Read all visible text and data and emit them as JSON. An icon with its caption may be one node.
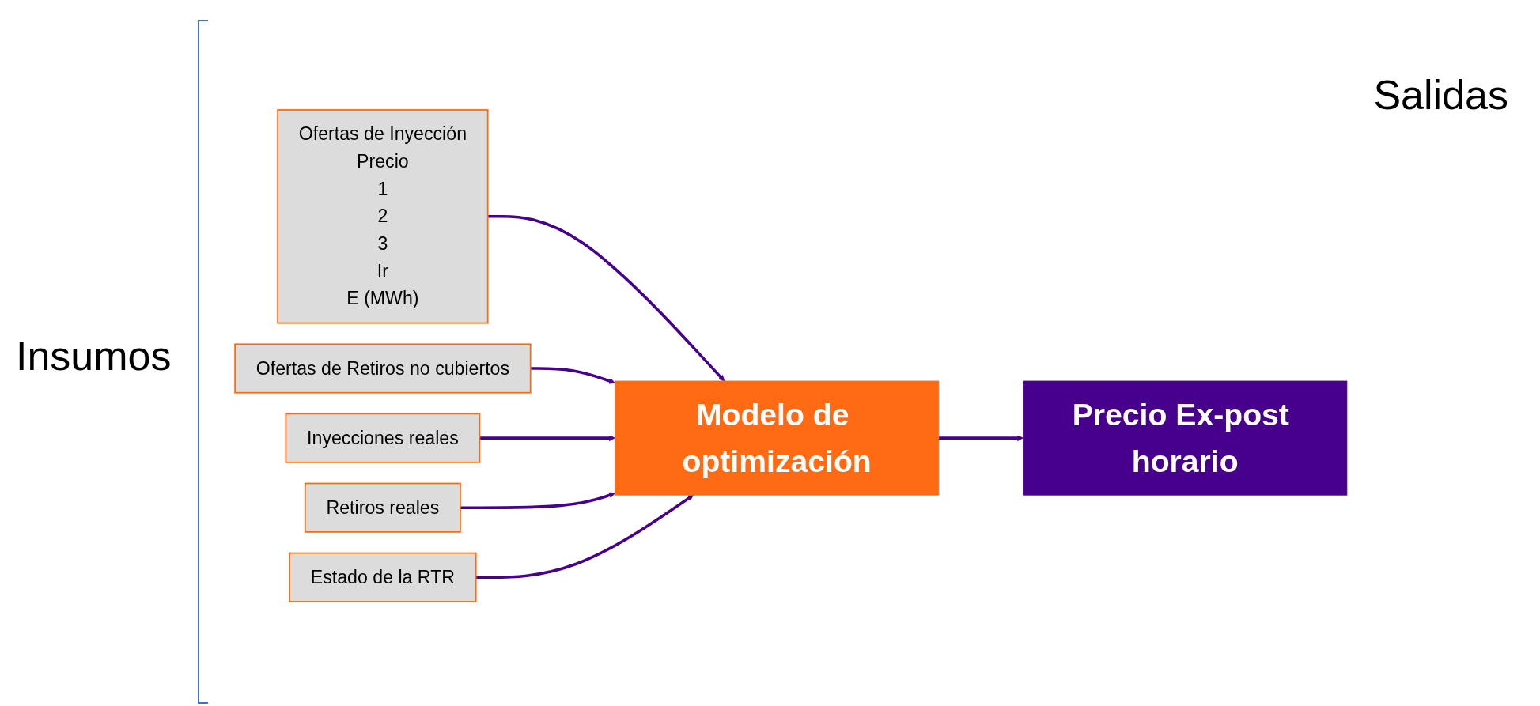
{
  "diagram": {
    "nodes": [
      {
        "text": [
          "Ofertas de Inyección",
          "Precio",
          "1",
          "2",
          "3",
          "Ir",
          "E (MWh)"
        ]
      },
      {
        "text": [
          "Ofertas de Retiros no cubiertos"
        ]
      },
      {
        "text": [
          "Inyecciones reales"
        ]
      },
      {
        "text": [
          "Retiros reales"
        ]
      },
      {
        "text": [
          "Estado de la RTR"
        ]
      },
      {
        "text": [
          "Modelo de optimización"
        ]
      },
      {
        "text": [
          "Precio Ex-post horario"
        ]
      }
    ],
    "edges": [
      {
        "from": 0,
        "to": 5,
        "arrow": "to"
      },
      {
        "from": 1,
        "to": 5,
        "arrow": "to"
      },
      {
        "from": 2,
        "to": 5,
        "arrow": "to"
      },
      {
        "from": 3,
        "to": 5,
        "arrow": "to"
      },
      {
        "from": 4,
        "to": 5,
        "arrow": "to"
      },
      {
        "from": 5,
        "to": 6,
        "arrow": "to"
      }
    ],
    "labels": [
      "Insumos",
      "Salidas"
    ]
  }
}
